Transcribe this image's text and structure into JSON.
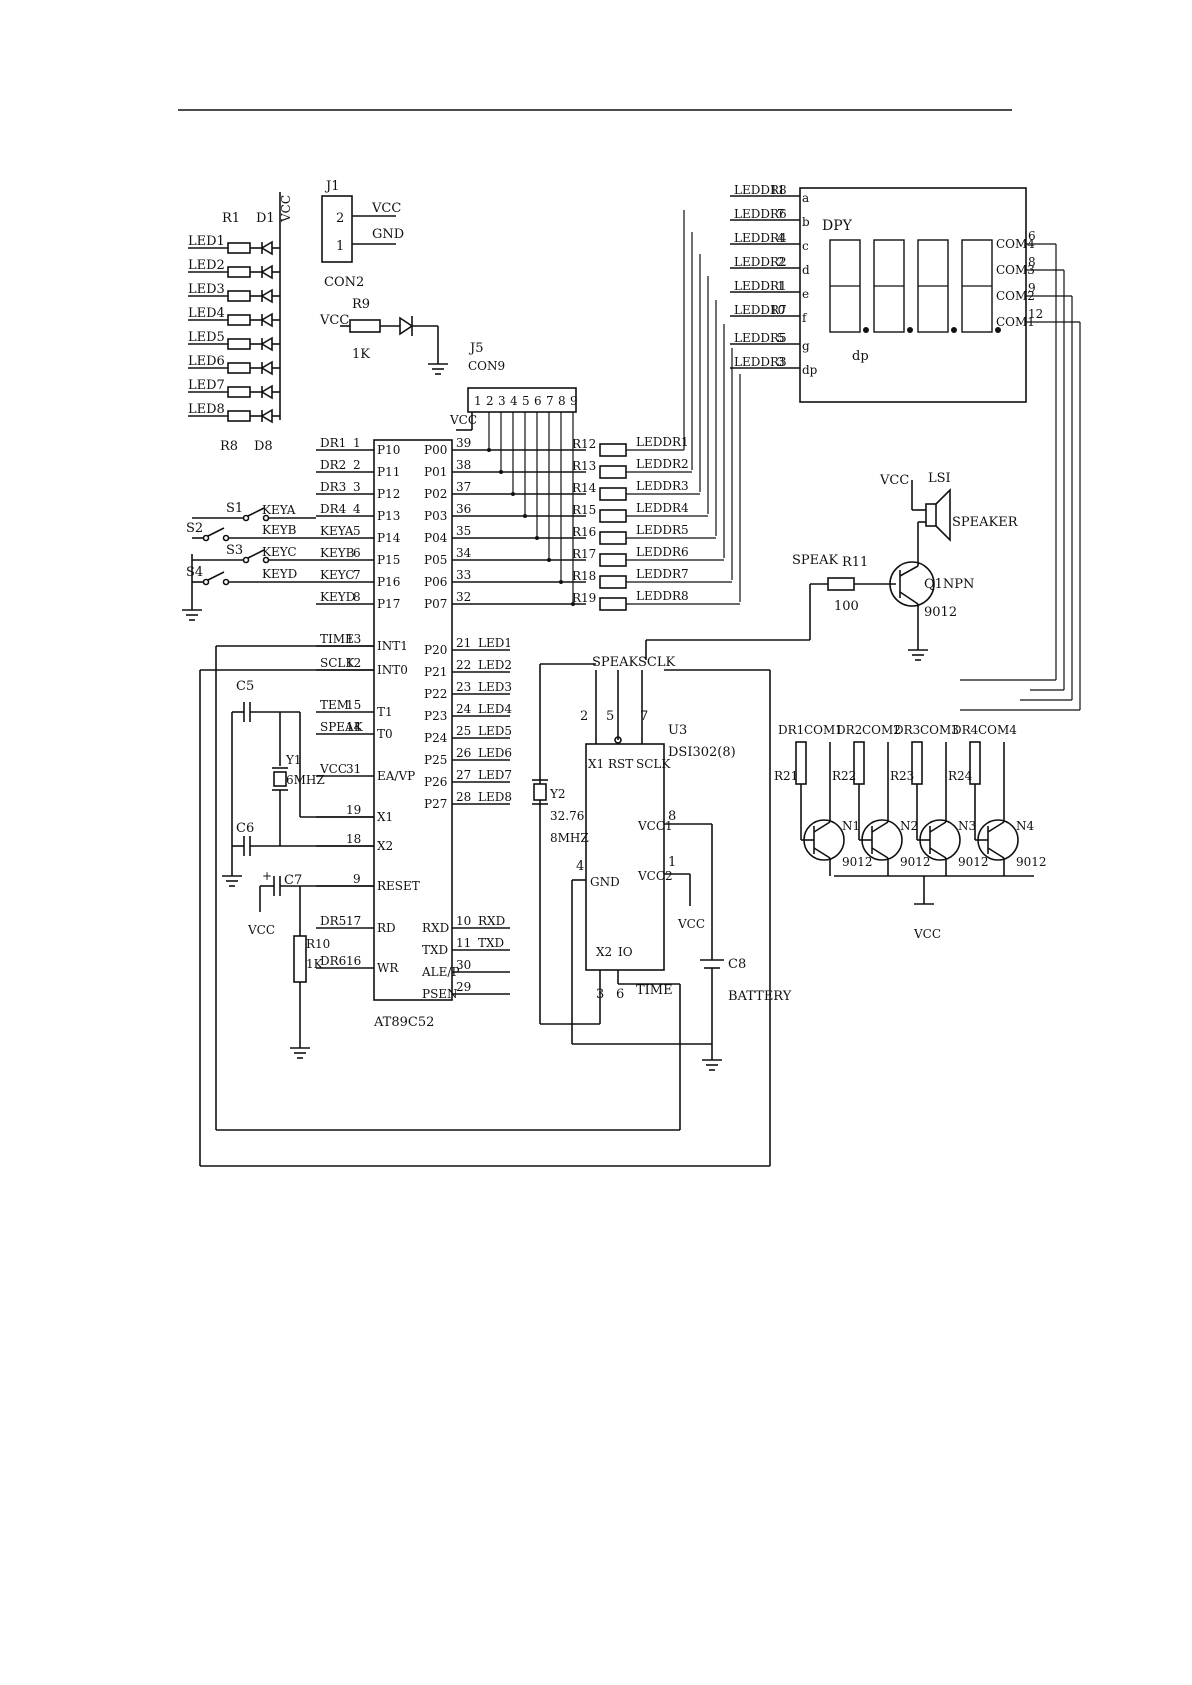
{
  "header_rule": true,
  "power": {
    "vcc": "VCC",
    "gnd": "GND"
  },
  "leds": {
    "resistor_top": "R1",
    "resistor_bottom": "R8",
    "diode_top": "D1",
    "diode_bottom": "D8",
    "labels": [
      "LED1",
      "LED2",
      "LED3",
      "LED4",
      "LED5",
      "LED6",
      "LED7",
      "LED8"
    ]
  },
  "j1": {
    "ref": "J1",
    "name": "CON2",
    "pins": [
      "2",
      "1"
    ]
  },
  "r9": {
    "ref": "R9",
    "value": "1K"
  },
  "j5": {
    "ref": "J5",
    "name": "CON9",
    "pins": [
      "1",
      "2",
      "3",
      "4",
      "5",
      "6",
      "7",
      "8",
      "9"
    ]
  },
  "mcu": {
    "part": "AT89C52",
    "left_pins": [
      {
        "net": "DR1",
        "num": "1",
        "name": "P10"
      },
      {
        "net": "DR2",
        "num": "2",
        "name": "P11"
      },
      {
        "net": "DR3",
        "num": "3",
        "name": "P12"
      },
      {
        "net": "DR4",
        "num": "4",
        "name": "P13"
      },
      {
        "net": "KEYA",
        "num": "5",
        "name": "P14"
      },
      {
        "net": "KEYB",
        "num": "6",
        "name": "P15"
      },
      {
        "net": "KEYC",
        "num": "7",
        "name": "P16"
      },
      {
        "net": "KEYD",
        "num": "8",
        "name": "P17"
      },
      {
        "net": "TIME",
        "num": "13",
        "name": "INT1"
      },
      {
        "net": "SCLK",
        "num": "12",
        "name": "INT0"
      },
      {
        "net": "TEM",
        "num": "15",
        "name": "T1"
      },
      {
        "net": "SPEAK",
        "num": "14",
        "name": "T0"
      },
      {
        "net": "VCC",
        "num": "31",
        "name": "EA/VP"
      },
      {
        "net": "",
        "num": "19",
        "name": "X1"
      },
      {
        "net": "",
        "num": "18",
        "name": "X2"
      },
      {
        "net": "",
        "num": "9",
        "name": "RESET"
      },
      {
        "net": "DR5",
        "num": "17",
        "name": "RD"
      },
      {
        "net": "DR6",
        "num": "16",
        "name": "WR"
      }
    ],
    "right_p0": [
      {
        "name": "P00",
        "num": "39"
      },
      {
        "name": "P01",
        "num": "38"
      },
      {
        "name": "P02",
        "num": "37"
      },
      {
        "name": "P03",
        "num": "36"
      },
      {
        "name": "P04",
        "num": "35"
      },
      {
        "name": "P05",
        "num": "34"
      },
      {
        "name": "P06",
        "num": "33"
      },
      {
        "name": "P07",
        "num": "32"
      }
    ],
    "right_p2": [
      {
        "name": "P20",
        "num": "21",
        "net": "LED1"
      },
      {
        "name": "P21",
        "num": "22",
        "net": "LED2"
      },
      {
        "name": "P22",
        "num": "23",
        "net": "LED3"
      },
      {
        "name": "P23",
        "num": "24",
        "net": "LED4"
      },
      {
        "name": "P24",
        "num": "25",
        "net": "LED5"
      },
      {
        "name": "P25",
        "num": "26",
        "net": "LED6"
      },
      {
        "name": "P26",
        "num": "27",
        "net": "LED7"
      },
      {
        "name": "P27",
        "num": "28",
        "net": "LED8"
      }
    ],
    "right_misc": [
      {
        "name": "RXD",
        "num": "10",
        "net": "RXD"
      },
      {
        "name": "TXD",
        "num": "11",
        "net": "TXD"
      },
      {
        "name": "ALE/P",
        "num": "30",
        "net": ""
      },
      {
        "name": "PSEN",
        "num": "29",
        "net": ""
      }
    ]
  },
  "switches": [
    {
      "ref": "S1",
      "net": "KEYA"
    },
    {
      "ref": "S2",
      "net": "KEYB"
    },
    {
      "ref": "S3",
      "net": "KEYC"
    },
    {
      "ref": "S4",
      "net": "KEYD"
    }
  ],
  "r_p0": {
    "refs": [
      "R12",
      "R13",
      "R14",
      "R15",
      "R16",
      "R17",
      "R18",
      "R19"
    ],
    "nets": [
      "LEDDR1",
      "LEDDR2",
      "LEDDR3",
      "LEDDR4",
      "LEDDR5",
      "LEDDR6",
      "LEDDR7",
      "LEDDR8"
    ]
  },
  "crystal1": {
    "ref": "Y1",
    "value": "6MHZ"
  },
  "caps": {
    "c5": "C5",
    "c6": "C6",
    "c7": "C7"
  },
  "r10": {
    "ref": "R10",
    "value": "1K"
  },
  "display": {
    "ref": "DPY",
    "dp": "dp",
    "left_pins": [
      {
        "net": "LEDDR8",
        "num": "11",
        "seg": "a"
      },
      {
        "net": "LEDDR6",
        "num": "7",
        "seg": "b"
      },
      {
        "net": "LEDDR4",
        "num": "4",
        "seg": "c"
      },
      {
        "net": "LEDDR2",
        "num": "2",
        "seg": "d"
      },
      {
        "net": "LEDDR1",
        "num": "1",
        "seg": "e"
      },
      {
        "net": "LEDDR7",
        "num": "10",
        "seg": "f"
      },
      {
        "net": "LEDDR5",
        "num": "5",
        "seg": "g"
      },
      {
        "net": "LEDDR3",
        "num": "3",
        "seg": "dp"
      }
    ],
    "right_pins": [
      {
        "net": "COM4",
        "num": "6"
      },
      {
        "net": "COM3",
        "num": "8"
      },
      {
        "net": "COM2",
        "num": "9"
      },
      {
        "net": "COM1",
        "num": "12"
      }
    ]
  },
  "speaker": {
    "ls": "LSI",
    "name": "SPEAKER",
    "vcc": "VCC",
    "input": "SPEAK",
    "r_ref": "R11",
    "r_value": "100",
    "q_ref": "Q1NPN",
    "q_value": "9012"
  },
  "rtc": {
    "ref": "U3",
    "part": "DSI302(8)",
    "top_nets": [
      "SPEAK",
      "SCLK"
    ],
    "pins": [
      {
        "num": "2",
        "name": "X1"
      },
      {
        "num": "5",
        "name": "RST"
      },
      {
        "num": "7",
        "name": "SCLK"
      },
      {
        "num": "8",
        "name": "VCC1"
      },
      {
        "num": "1",
        "name": "VCC2"
      },
      {
        "num": "4",
        "name": "GND"
      },
      {
        "num": "3",
        "name": "X2"
      },
      {
        "num": "6",
        "name": "IO"
      }
    ],
    "io_net": "TIME",
    "crystal": {
      "ref": "Y2",
      "value_line1": "32.76",
      "value_line2": "8MHZ"
    },
    "battery": {
      "ref": "C8",
      "name": "BATTERY"
    },
    "vcc": "VCC"
  },
  "drivers": {
    "dr": [
      "DR1",
      "DR2",
      "DR3",
      "DR4"
    ],
    "com": [
      "COM1",
      "COM2",
      "COM3",
      "COM4"
    ],
    "r": [
      "R21",
      "R22",
      "R23",
      "R24"
    ],
    "q": [
      "N1",
      "N2",
      "N3",
      "N4"
    ],
    "value": "9012",
    "vcc": "VCC"
  }
}
